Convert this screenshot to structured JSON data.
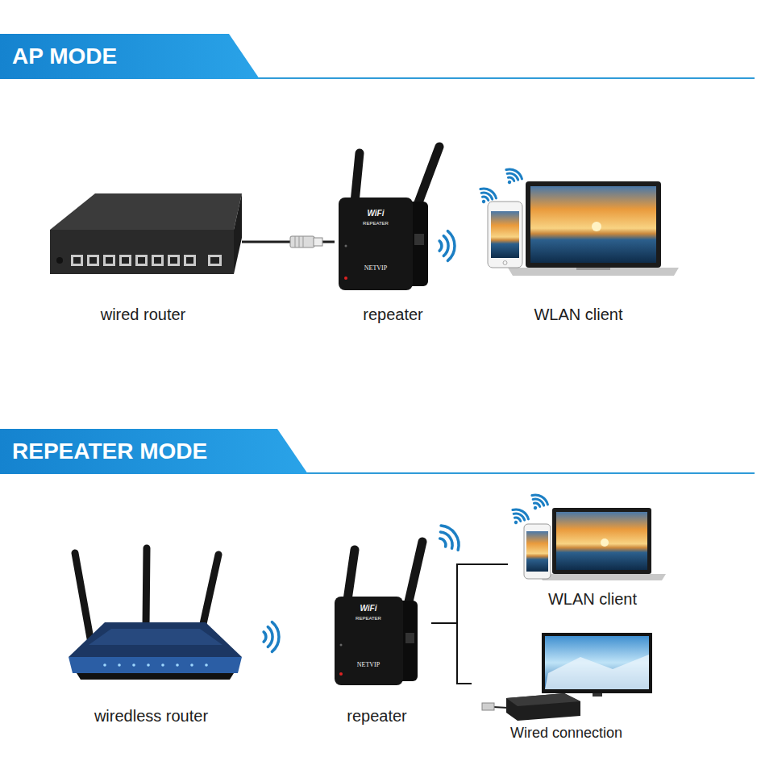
{
  "diagram": {
    "nodes": [
      {
        "text": [
          "AP MODE"
        ]
      },
      {
        "text": [
          "wired router"
        ]
      },
      {
        "text": [
          "repeater"
        ]
      },
      {
        "text": [
          "WLAN client"
        ]
      },
      {
        "text": [
          "REPEATER MODE"
        ]
      },
      {
        "text": [
          "wiredless router"
        ]
      },
      {
        "text": [
          "repeater"
        ]
      },
      {
        "text": [
          "WLAN client"
        ]
      },
      {
        "text": [
          "Wired connection"
        ]
      }
    ],
    "edges": [
      {
        "from": 1,
        "to": 2,
        "arrow": "none"
      },
      {
        "from": 6,
        "to": 7,
        "arrow": "none"
      },
      {
        "from": 6,
        "to": 8,
        "arrow": "none"
      }
    ],
    "labels": [
      "WiFi",
      "REPEATER",
      "NETVIP",
      "WiFi",
      "REPEATER",
      "NETVIP"
    ]
  }
}
